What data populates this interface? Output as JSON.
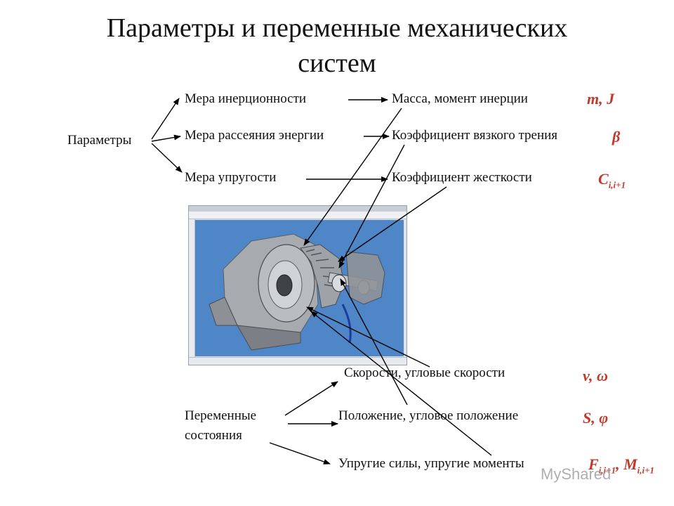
{
  "title": {
    "line1": "Параметры и переменные механических",
    "line2": "систем"
  },
  "parameters": {
    "root": "Параметры",
    "measures": [
      "Мера инерционности",
      "Мера рассеяния энергии",
      "Мера упругости"
    ],
    "quantities": [
      "Масса, момент инерции",
      "Коэффициент вязкого трения",
      "Коэффициент жесткости"
    ],
    "symbols": {
      "mass": "m, J",
      "friction": "β",
      "stiffness_main": "C",
      "stiffness_sub": "i,i+1"
    }
  },
  "state_variables": {
    "root_line1": "Переменные",
    "root_line2": "состояния",
    "items": [
      "Скорости, угловые скорости",
      "Положение, угловое положение",
      "Упругие силы, упругие моменты"
    ],
    "symbols": {
      "velocity": "v, ω",
      "position": "S, φ",
      "force_main": "F",
      "force_sub": "i,i+1",
      "sep": ",",
      "moment_main": "M",
      "moment_sub": "i,i+1"
    }
  },
  "watermark": "MyShared",
  "colors": {
    "symbol": "#c0392b",
    "cad_background": "#4e86c8",
    "gear_metal": "#9ea3a8"
  },
  "icons": {
    "cad_image": "gearbox-cad-model"
  }
}
